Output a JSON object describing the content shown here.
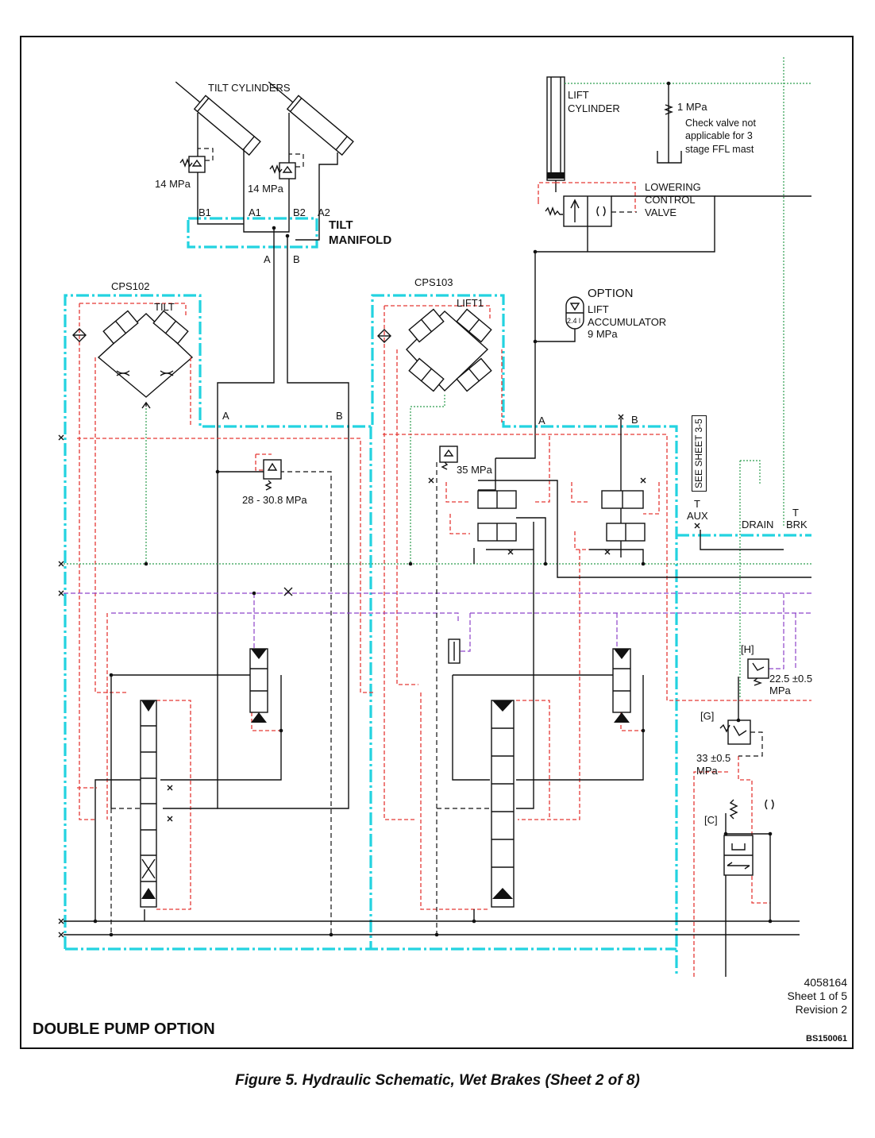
{
  "labels": {
    "tilt_cylinders": "TILT CYLINDERS",
    "relief_14a": "14 MPa",
    "relief_14b": "14 MPa",
    "port_b1": "B1",
    "port_a1": "A1",
    "port_b2": "B2",
    "port_a2": "A2",
    "tilt_manifold_1": "TILT",
    "tilt_manifold_2": "MANIFOLD",
    "manifold_a": "A",
    "manifold_b": "B",
    "cps102": "CPS102",
    "tilt": "TILT",
    "cps103": "CPS103",
    "lift1": "LIFT1",
    "lift_cylinder_1": "LIFT",
    "lift_cylinder_2": "CYLINDER",
    "check_1mpa": "1 MPa",
    "check_note_1": "Check valve not",
    "check_note_2": "applicable for 3",
    "check_note_3": "stage FFL mast",
    "lowering_1": "LOWERING",
    "lowering_2": "CONTROL",
    "lowering_3": "VALVE",
    "option": "OPTION",
    "acc_1": "LIFT",
    "acc_2": "ACCUMULATOR",
    "acc_3": "9 MPa",
    "acc_vol": "2.4 l",
    "tilt_a": "A",
    "tilt_b": "B",
    "relief_28": "28 - 30.8 MPa",
    "lift_a": "A",
    "lift_b": "B",
    "relief_35": "35 MPa",
    "see_sheet": "SEE SHEET 3-5",
    "t_aux_1": "T",
    "t_aux_2": "AUX",
    "drain": "DRAIN",
    "t_brk_1": "T",
    "t_brk_2": "BRK",
    "h_tag": "[H]",
    "h_press_1": "22.5 ±0.5",
    "h_press_2": "MPa",
    "g_tag": "[G]",
    "g_press_1": "33 ±0.5",
    "g_press_2": "MPa",
    "c_tag": "[C]"
  },
  "footer": {
    "doc_number": "4058164",
    "sheet": "Sheet 1 of 5",
    "revision": "Revision 2",
    "option_title": "DOUBLE PUMP OPTION",
    "code": "BS150061"
  },
  "caption": "Figure 5. Hydraulic Schematic, Wet Brakes (Sheet 2 of 8)",
  "colors": {
    "line": "#111111",
    "pilot": "#e53935",
    "manifold": "#23d3e0",
    "drain": "#2e9e4f",
    "brake": "#8e44c9"
  }
}
